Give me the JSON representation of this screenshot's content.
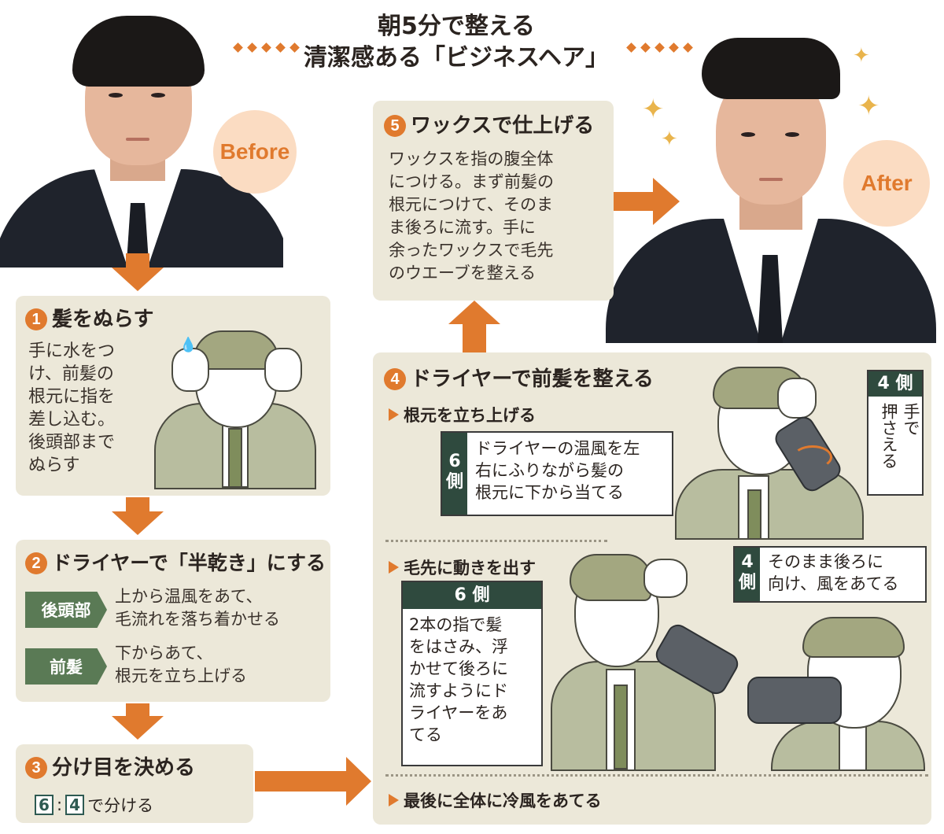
{
  "title": {
    "line1": "朝5分で整える",
    "line2": "清潔感ある「ビジネスヘア」"
  },
  "badges": {
    "before": "Before",
    "after": "After"
  },
  "steps": {
    "s1": {
      "num": "1",
      "title": "髪をぬらす",
      "text": "手に水をつ\nけ、前髪の\n根元に指を\n差し込む。\n後頭部まで\nぬらす"
    },
    "s2": {
      "num": "2",
      "title": "ドライヤーで「半乾き」にする",
      "rows": [
        {
          "tag": "後頭部",
          "text": "上から温風をあて、\n毛流れを落ち着かせる"
        },
        {
          "tag": "前髪",
          "text": "下からあて、\n根元を立ち上げる"
        }
      ]
    },
    "s3": {
      "num": "3",
      "title": "分け目を決める",
      "ratio_a": "6",
      "colon": ":",
      "ratio_b": "4",
      "suffix": "で分ける"
    },
    "s4": {
      "num": "4",
      "title": "ドライヤーで前髪を整える",
      "sub1": "根元を立ち上げる",
      "call_6a": {
        "side": "6\n側",
        "text": "ドライヤーの温風を左\n右にふりながら髪の\n根元に下から当てる"
      },
      "call_4a": {
        "side": "4 側",
        "text": "手で\n押さえる"
      },
      "sub2": "毛先に動きを出す",
      "call_6b": {
        "side": "6 側",
        "text": "2本の指で髪\nをはさみ、浮\nかせて後ろに\n流すようにド\nライヤーをあ\nてる"
      },
      "call_4b": {
        "side": "4\n側",
        "text": "そのまま後ろに\n向け、風をあてる"
      },
      "sub3": "最後に全体に冷風をあてる"
    },
    "s5": {
      "num": "5",
      "title": "ワックスで仕上げる",
      "text": "ワックスを指の腹全体\nにつける。まず前髪の\n根元につけて、そのま\nま後ろに流す。手に\n余ったワックスで毛先\nのウエーブを整える"
    }
  },
  "colors": {
    "accent": "#e07a2e",
    "panel": "#ece8d9",
    "tag": "#5a7a55",
    "label": "#2f4a3e"
  },
  "icons": [
    "sparkle-icon",
    "water-drop-icon",
    "arrow-icon",
    "hair-dryer-icon"
  ]
}
